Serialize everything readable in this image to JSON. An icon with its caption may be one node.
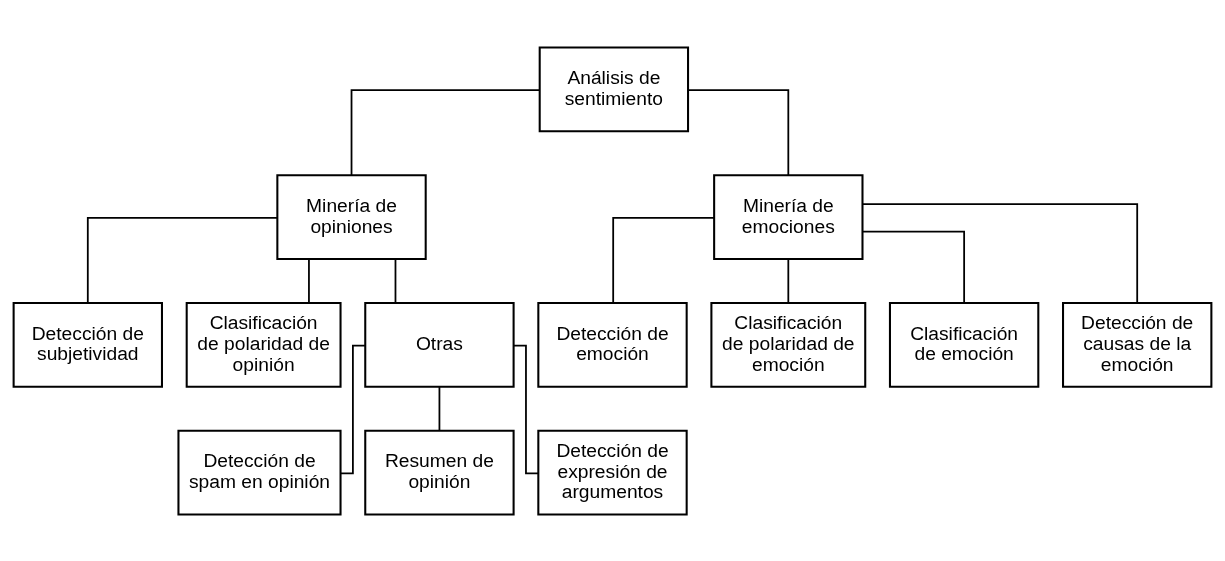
{
  "diagram": {
    "nodes": [
      {
        "text": [
          "Análisis de sentimiento"
        ]
      },
      {
        "text": [
          "Minería de opiniones"
        ]
      },
      {
        "text": [
          "Minería de emociones"
        ]
      },
      {
        "text": [
          "Detección de subjetividad"
        ]
      },
      {
        "text": [
          "Clasificación de polaridad de opinión"
        ]
      },
      {
        "text": [
          "Otras"
        ]
      },
      {
        "text": [
          "Detección de emoción"
        ]
      },
      {
        "text": [
          "Clasificación de polaridad de emoción"
        ]
      },
      {
        "text": [
          "Clasificación de emoción"
        ]
      },
      {
        "text": [
          "Detección de causas de la emoción"
        ]
      },
      {
        "text": [
          "Detección de spam en opinión"
        ]
      },
      {
        "text": [
          "Resumen de opinión"
        ]
      },
      {
        "text": [
          "Detección de expresión de argumentos"
        ]
      }
    ],
    "edges": [
      {
        "from": 0,
        "to": 1,
        "arrow": "none"
      },
      {
        "from": 0,
        "to": 2,
        "arrow": "none"
      },
      {
        "from": 1,
        "to": 3,
        "arrow": "none"
      },
      {
        "from": 1,
        "to": 4,
        "arrow": "none"
      },
      {
        "from": 1,
        "to": 5,
        "arrow": "none"
      },
      {
        "from": 2,
        "to": 6,
        "arrow": "none"
      },
      {
        "from": 2,
        "to": 7,
        "arrow": "none"
      },
      {
        "from": 2,
        "to": 8,
        "arrow": "none"
      },
      {
        "from": 2,
        "to": 9,
        "arrow": "none"
      },
      {
        "from": 5,
        "to": 10,
        "arrow": "none"
      },
      {
        "from": 5,
        "to": 11,
        "arrow": "none"
      },
      {
        "from": 5,
        "to": 12,
        "arrow": "none"
      }
    ]
  }
}
